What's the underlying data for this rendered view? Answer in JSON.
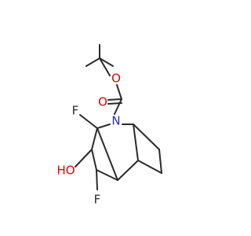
{
  "molecule": {
    "atoms": {
      "n": "N",
      "o_ester": "O",
      "o_carbonyl": "O",
      "f_top": "F",
      "f_bottom": "F",
      "oh": "HO"
    },
    "colors": {
      "bond": "#2a2a2a",
      "oxygen": "#e00000",
      "nitrogen": "#2a2ad8",
      "carbon_label": "#2a2a2a"
    }
  }
}
